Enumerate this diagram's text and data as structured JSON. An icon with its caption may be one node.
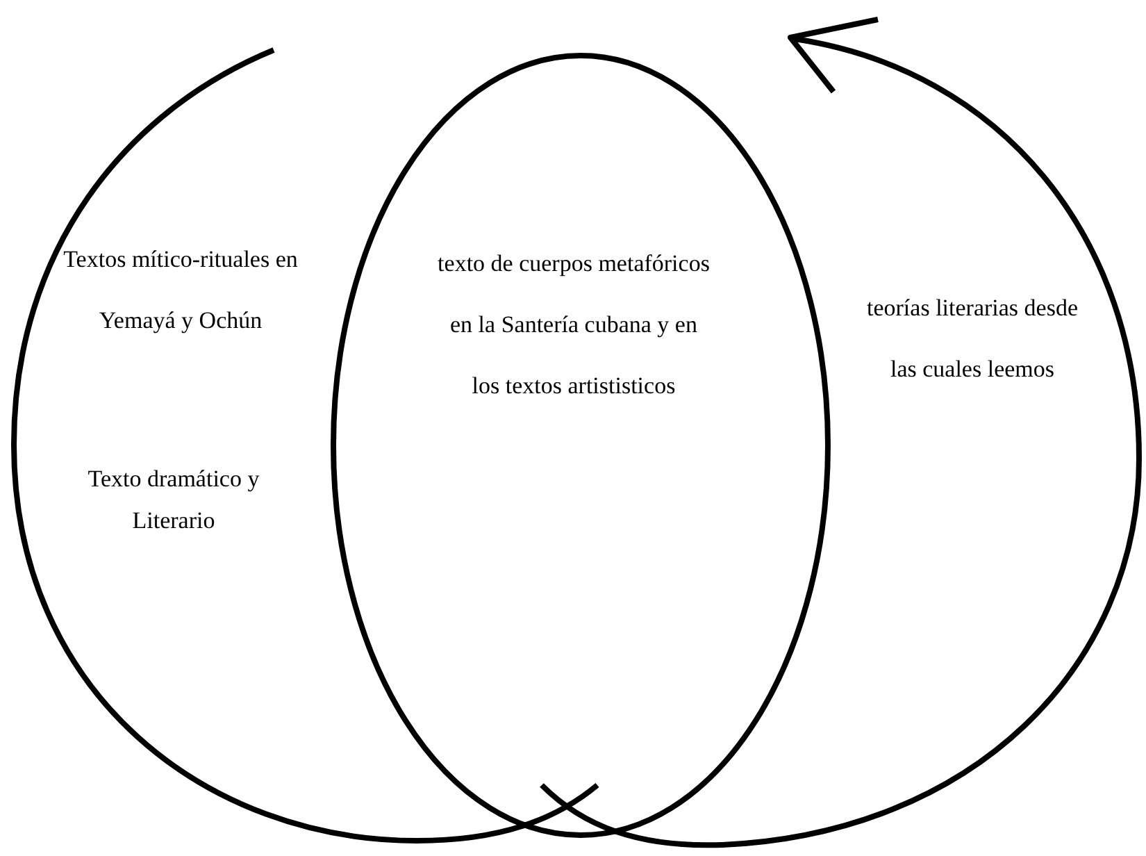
{
  "diagram": {
    "nodes": [
      {
        "text": [
          "Textos mítico-rituales en Yemayá y Ochún",
          "Texto dramático y Literario"
        ]
      },
      {
        "text": [
          "texto de cuerpos metafóricos en la Santería cubana y en los textos artististicos"
        ]
      },
      {
        "text": [
          "teorías literarias desde las cuales leemos"
        ]
      }
    ]
  }
}
